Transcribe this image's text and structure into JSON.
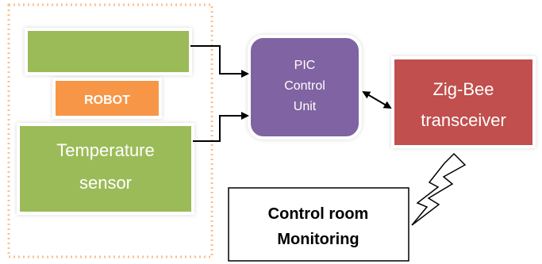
{
  "robot_group": {
    "robot_label": "ROBOT",
    "temperature_sensor_lines": [
      "Temperature",
      "sensor"
    ]
  },
  "pic_control_unit": {
    "lines": [
      "PIC",
      "Control",
      "Unit"
    ]
  },
  "zigbee_transceiver": {
    "lines": [
      "Zig-Bee",
      "transceiver"
    ]
  },
  "control_room": {
    "lines": [
      "Control room",
      "Monitoring"
    ]
  },
  "colors": {
    "green": "#9bbb59",
    "orange": "#f79646",
    "purple": "#8064a2",
    "red": "#c0504d",
    "dotted_border": "#fac090"
  }
}
